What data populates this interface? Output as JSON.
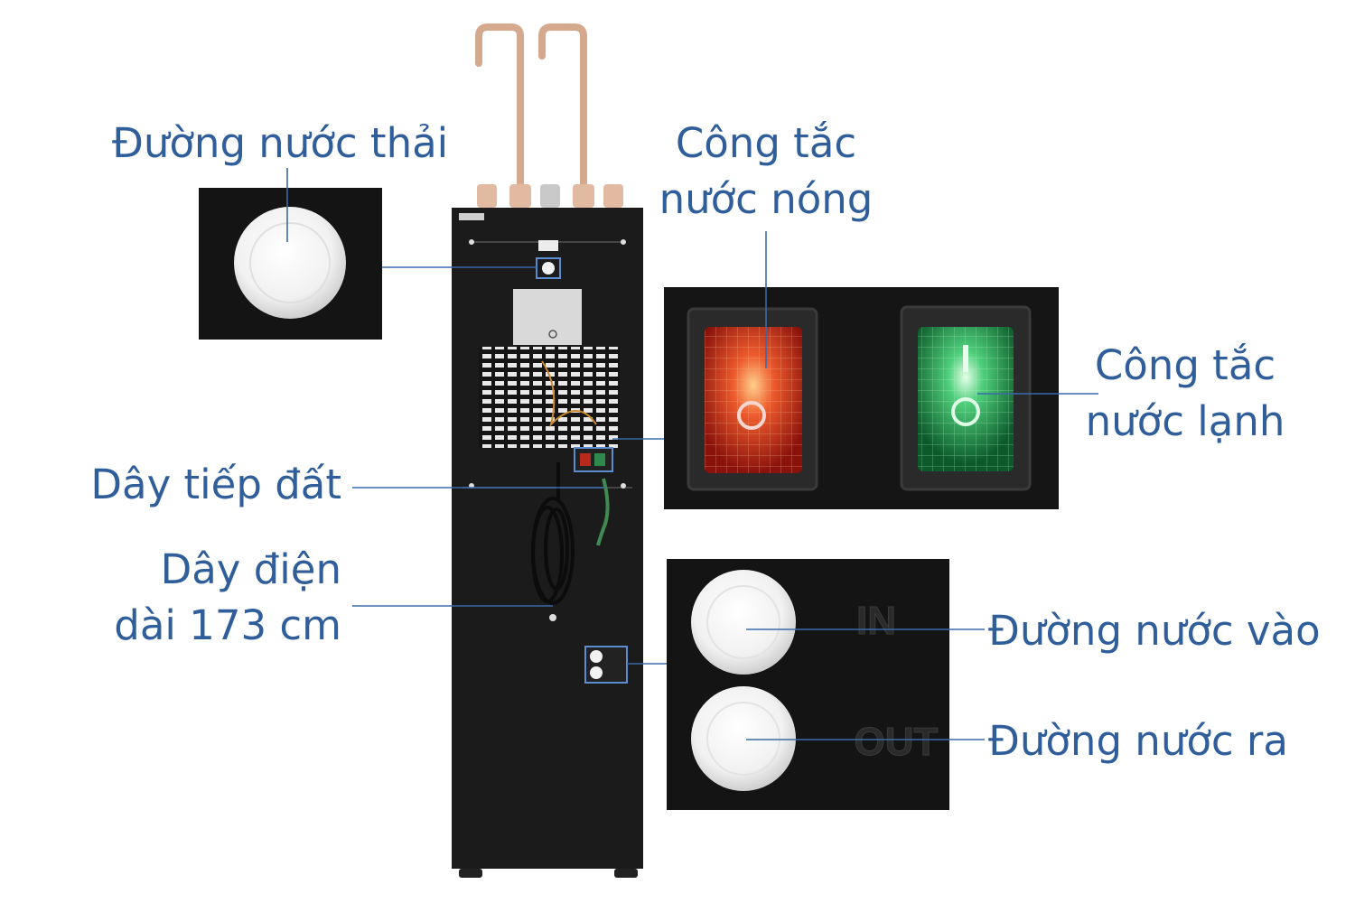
{
  "labels": {
    "waste_water": "Đường nước thải",
    "hot_switch": [
      "Công tắc",
      "nước nóng"
    ],
    "cold_switch": [
      "Công tắc",
      "nước lạnh"
    ],
    "ground_wire": "Dây tiếp đất",
    "power_cord": [
      "Dây điện",
      "dài 173 cm"
    ],
    "water_in": "Đường nước vào",
    "water_out": "Đường nước ra"
  },
  "port_marks": {
    "in": "IN",
    "out": "OUT"
  },
  "colors": {
    "label": "#2f5e9a",
    "leader": "#3a6aa8",
    "body": "#1b1b1b",
    "faucet": "#d4a98d",
    "hot_switch": "#c0281c",
    "cold_switch": "#1f9a4e"
  }
}
